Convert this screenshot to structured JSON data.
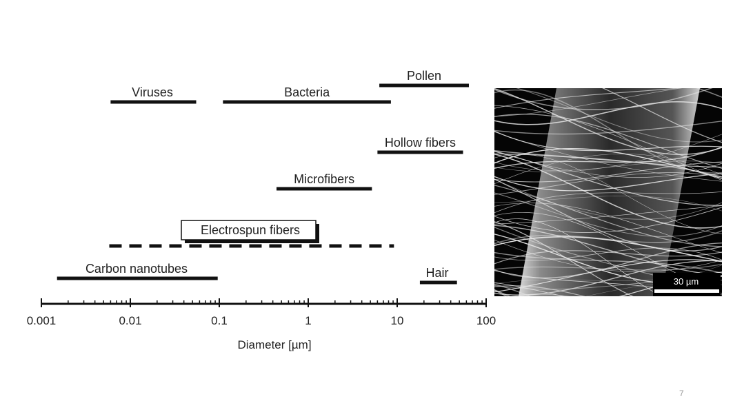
{
  "chart_data": {
    "type": "range",
    "xlabel": "Diameter [µm]",
    "xscale": "log",
    "xlim": [
      0.001,
      100
    ],
    "ticks": [
      {
        "value": 0.001,
        "label": "0.001"
      },
      {
        "value": 0.01,
        "label": "0.01"
      },
      {
        "value": 0.1,
        "label": "0.1"
      },
      {
        "value": 1,
        "label": "1"
      },
      {
        "value": 10,
        "label": "10"
      },
      {
        "value": 100,
        "label": "100"
      }
    ],
    "series": [
      {
        "name": "Pollen",
        "min": 6.3,
        "max": 64,
        "style": "solid",
        "row": 0
      },
      {
        "name": "Viruses",
        "min": 0.006,
        "max": 0.055,
        "style": "solid",
        "row": 1
      },
      {
        "name": "Bacteria",
        "min": 0.11,
        "max": 8.5,
        "style": "solid",
        "row": 1
      },
      {
        "name": "Hollow fibers",
        "min": 6,
        "max": 55,
        "style": "solid",
        "row": 2
      },
      {
        "name": "Microfibers",
        "min": 0.44,
        "max": 5.2,
        "style": "solid",
        "row": 3
      },
      {
        "name": "Electrospun fibers",
        "min": 0.0058,
        "max": 9.2,
        "style": "dashed",
        "row": 4,
        "boxed": true
      },
      {
        "name": "Carbon nanotubes",
        "min": 0.0015,
        "max": 0.096,
        "style": "solid",
        "row": 5
      },
      {
        "name": "Hair",
        "min": 18,
        "max": 47,
        "style": "solid",
        "row": 5
      }
    ]
  },
  "image": {
    "scale_bar_label": "30 µm"
  },
  "slide": {
    "page_number": "7"
  }
}
